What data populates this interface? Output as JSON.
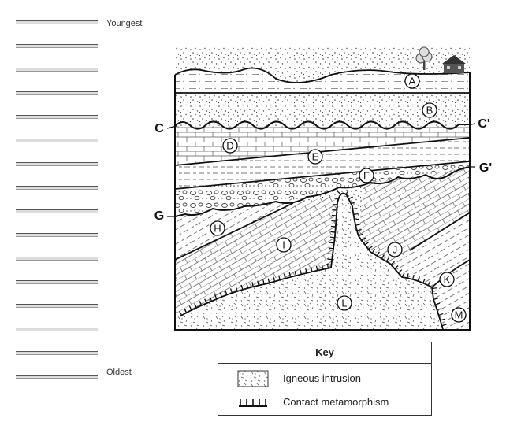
{
  "labels": {
    "youngest": "Youngest",
    "oldest": "Oldest"
  },
  "answer_lines": 16,
  "cross_section": {
    "layers": [
      "A",
      "B",
      "D",
      "E",
      "F",
      "H",
      "I",
      "J",
      "K",
      "L",
      "M"
    ],
    "unconformity_labels": [
      "C",
      "C'",
      "G",
      "G'"
    ]
  },
  "key": {
    "title": "Key",
    "intrusion": "Igneous intrusion",
    "metamorphism": "Contact metamorphism"
  },
  "icons": [
    "tree-icon",
    "house-icon"
  ]
}
